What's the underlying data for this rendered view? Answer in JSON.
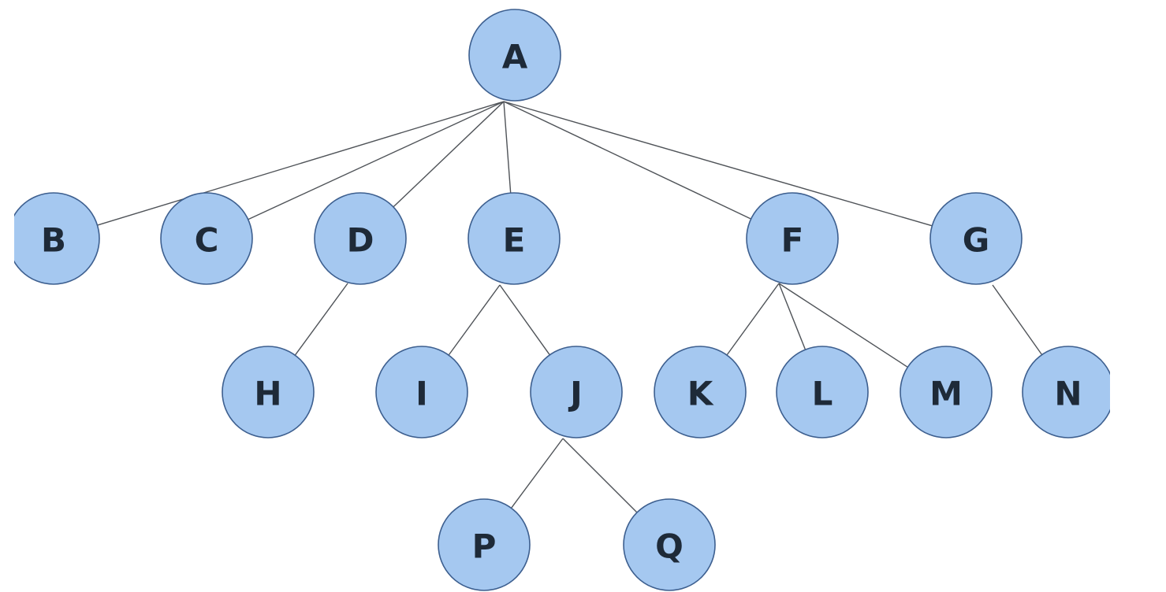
{
  "diagram": {
    "type": "tree",
    "colors": {
      "node_fill": "#a5c8f0",
      "node_stroke": "#3d5f8f",
      "edge": "#4f5358",
      "label": "#1e2a38"
    },
    "nodes": [
      {
        "id": "A",
        "label": "A"
      },
      {
        "id": "B",
        "label": "B"
      },
      {
        "id": "C",
        "label": "C"
      },
      {
        "id": "D",
        "label": "D"
      },
      {
        "id": "E",
        "label": "E"
      },
      {
        "id": "F",
        "label": "F"
      },
      {
        "id": "G",
        "label": "G"
      },
      {
        "id": "H",
        "label": "H"
      },
      {
        "id": "I",
        "label": "I"
      },
      {
        "id": "J",
        "label": "J"
      },
      {
        "id": "K",
        "label": "K"
      },
      {
        "id": "L",
        "label": "L"
      },
      {
        "id": "M",
        "label": "M"
      },
      {
        "id": "N",
        "label": "N"
      },
      {
        "id": "P",
        "label": "P"
      },
      {
        "id": "Q",
        "label": "Q"
      }
    ],
    "edges": [
      {
        "from": "A",
        "to": "B"
      },
      {
        "from": "A",
        "to": "C"
      },
      {
        "from": "A",
        "to": "D"
      },
      {
        "from": "A",
        "to": "E"
      },
      {
        "from": "A",
        "to": "F"
      },
      {
        "from": "A",
        "to": "G"
      },
      {
        "from": "D",
        "to": "H"
      },
      {
        "from": "E",
        "to": "I"
      },
      {
        "from": "E",
        "to": "J"
      },
      {
        "from": "F",
        "to": "K"
      },
      {
        "from": "F",
        "to": "L"
      },
      {
        "from": "F",
        "to": "M"
      },
      {
        "from": "G",
        "to": "N"
      },
      {
        "from": "J",
        "to": "P"
      },
      {
        "from": "J",
        "to": "Q"
      }
    ]
  }
}
